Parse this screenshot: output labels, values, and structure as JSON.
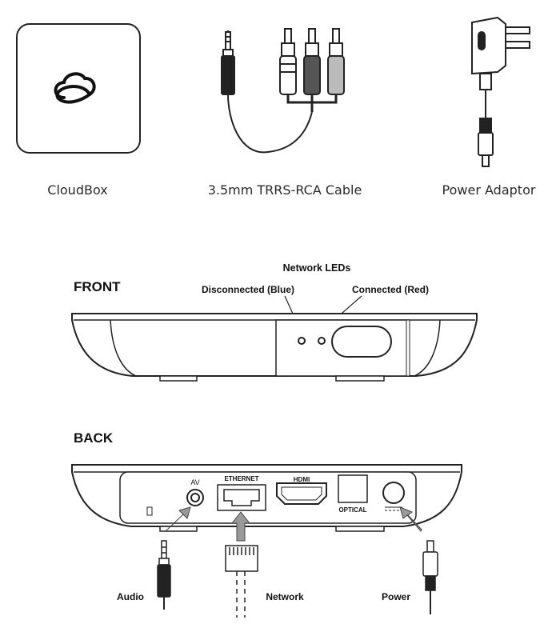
{
  "items": {
    "cloudbox": "CloudBox",
    "cable": "3.5mm TRRS-RCA Cable",
    "adaptor": "Power Adaptor"
  },
  "front": {
    "heading": "FRONT",
    "leds_title": "Network LEDs",
    "led_blue": "Disconnected (Blue)",
    "led_red": "Connected (Red)"
  },
  "back": {
    "heading": "BACK",
    "ports": {
      "av": "AV",
      "ethernet": "ETHERNET",
      "hdmi": "HDMI",
      "optical": "OPTICAL"
    },
    "labels": {
      "audio": "Audio",
      "network": "Network",
      "power": "Power"
    }
  }
}
